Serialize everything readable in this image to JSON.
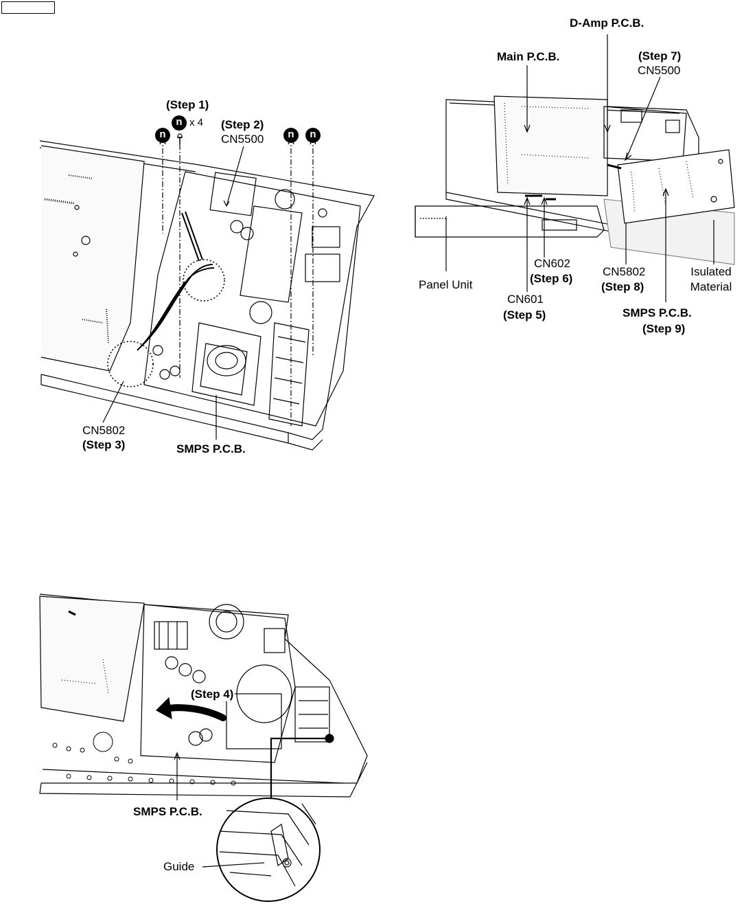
{
  "page": {
    "corner_box": ""
  },
  "top_left": {
    "step1": "(Step 1)",
    "screw_qty": "x 4",
    "screw_symbol": "n",
    "step2": "(Step 2)",
    "cn5500": "CN5500",
    "cn5802": "CN5802",
    "step3": "(Step 3)",
    "smps": "SMPS P.C.B."
  },
  "top_right": {
    "d_amp": "D-Amp P.C.B.",
    "main_pcb": "Main P.C.B.",
    "step7": "(Step 7)",
    "cn5500": "CN5500",
    "panel_unit": "Panel Unit",
    "cn602": "CN602",
    "step6": "(Step 6)",
    "cn601": "CN601",
    "step5": "(Step 5)",
    "cn5802": "CN5802",
    "step8": "(Step 8)",
    "isulated": "Isulated",
    "material": "Material",
    "smps": "SMPS P.C.B.",
    "step9": "(Step 9)"
  },
  "bottom_left": {
    "step4": "(Step 4)",
    "smps": "SMPS P.C.B.",
    "guide": "Guide"
  }
}
